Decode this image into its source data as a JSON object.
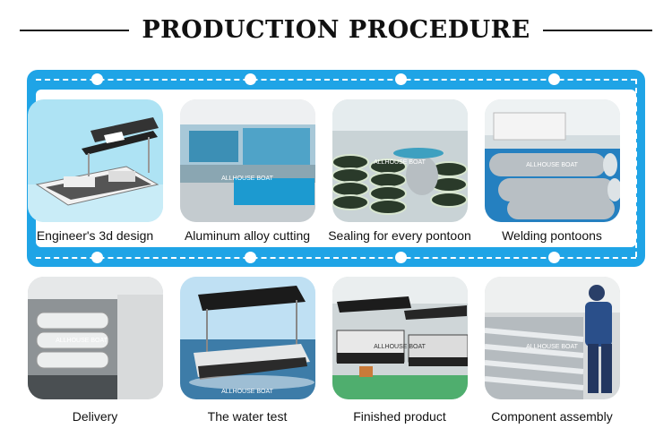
{
  "header": {
    "title": "PRODUCTION PROCEDURE"
  },
  "steps_row1": [
    {
      "label": "Engineer's 3d design",
      "icon": "boat-3d-render"
    },
    {
      "label": "Aluminum alloy cutting",
      "icon": "cutting-machine"
    },
    {
      "label": "Sealing for every pontoon",
      "icon": "pontoon-rolls"
    },
    {
      "label": "Welding pontoons",
      "icon": "welded-tubes"
    }
  ],
  "steps_row2": [
    {
      "label": "Delivery",
      "icon": "container-loading"
    },
    {
      "label": "The water test",
      "icon": "boat-on-water"
    },
    {
      "label": "Finished product",
      "icon": "boats-in-factory"
    },
    {
      "label": "Component assembly",
      "icon": "assembly-worker"
    }
  ],
  "watermark": "ALLHOUSE BOAT",
  "colors": {
    "track": "#1fa4e6",
    "background": "#ffffff",
    "text": "#111111"
  }
}
